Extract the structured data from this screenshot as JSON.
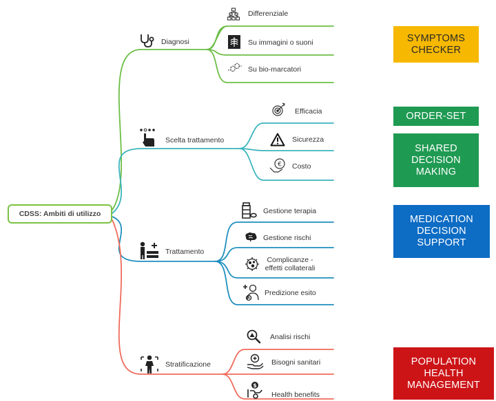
{
  "root": {
    "label": "CDSS: Ambiti di utilizzo"
  },
  "branches": [
    {
      "label": "Diagnosi",
      "icon": "stethoscope-icon",
      "color": "#6cbe45",
      "children": [
        {
          "label": "Differenziale",
          "icon": "hierarchy-icon"
        },
        {
          "label": "Su immagini o suoni",
          "icon": "xray-icon"
        },
        {
          "label": "Su bio-marcatori",
          "icon": "molecule-icon"
        }
      ]
    },
    {
      "label": "Scelta trattamento",
      "icon": "pointing-hand-icon",
      "color": "#3bb4bd",
      "children": [
        {
          "label": "Efficacia",
          "icon": "target-icon"
        },
        {
          "label": "Sicurezza",
          "icon": "warning-icon"
        },
        {
          "label": "Costo",
          "icon": "euro-hand-icon"
        }
      ]
    },
    {
      "label": "Trattamento",
      "icon": "patient-bed-icon",
      "color": "#1f8fbf",
      "children": [
        {
          "label": "Gestione terapia",
          "icon": "medicine-bottle-icon"
        },
        {
          "label": "Gestione rischi",
          "icon": "brain-icon"
        },
        {
          "label": "Complicanze - effetti collaterali",
          "line1": "Complicanze -",
          "line2": "effetti collaterali",
          "icon": "virus-icon"
        },
        {
          "label": "Predizione esito",
          "icon": "doctor-icon"
        }
      ]
    },
    {
      "label": "Stratificazione",
      "icon": "person-target-icon",
      "color": "#ef6b5b",
      "children": [
        {
          "label": "Analisi rischi",
          "icon": "magnifier-icon"
        },
        {
          "label": "Bisogni sanitari",
          "icon": "care-hand-icon"
        },
        {
          "label": "Health benefits",
          "icon": "money-hand-icon"
        }
      ]
    }
  ],
  "badges": [
    {
      "lines": [
        "SYMPTOMS",
        "CHECKER"
      ],
      "color": "#f6b800"
    },
    {
      "lines": [
        "ORDER-SET"
      ],
      "color": "#1f9a52"
    },
    {
      "lines": [
        "SHARED",
        "DECISION",
        "MAKING"
      ],
      "color": "#1f9a52"
    },
    {
      "lines": [
        "MEDICATION",
        "DECISION",
        "SUPPORT"
      ],
      "color": "#0d6cc4"
    },
    {
      "lines": [
        "POPULATION",
        "HEALTH",
        "MANAGEMENT"
      ],
      "color": "#cc1417"
    }
  ]
}
